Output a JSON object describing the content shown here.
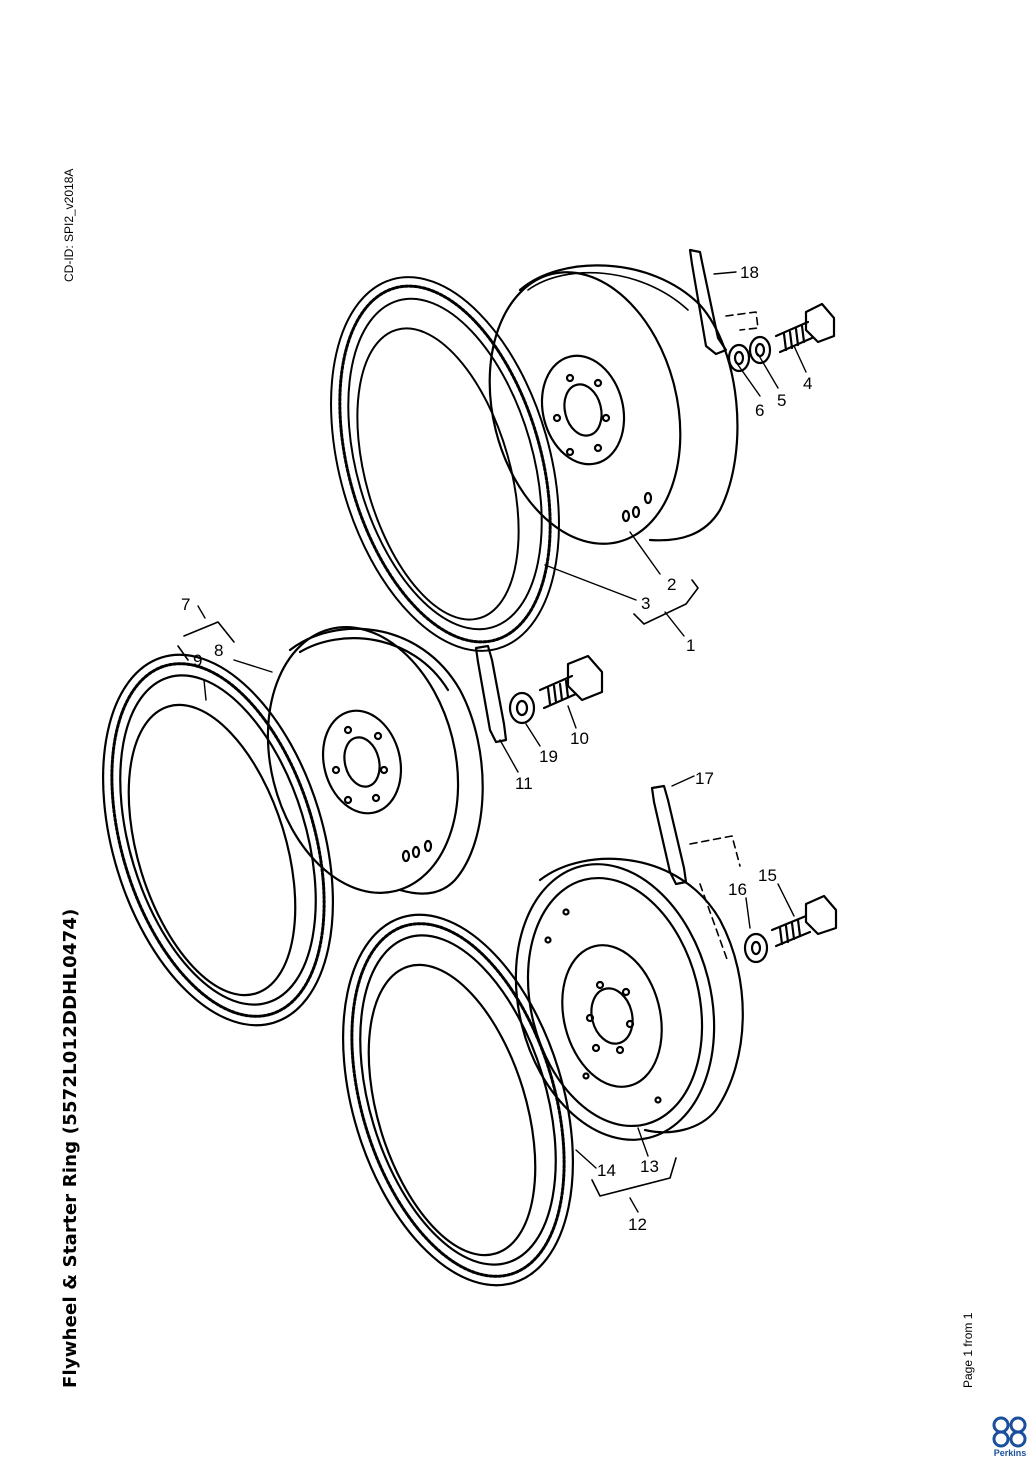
{
  "document": {
    "title": "Flywheel & Starter Ring (5572L012DDHL0474)",
    "cd_id": "CD-ID: SPI2_v2018A",
    "page": "Page 1 from 1",
    "brand": "Perkins",
    "brand_color": "#1a4f9c"
  },
  "callouts": [
    "1",
    "2",
    "3",
    "4",
    "5",
    "6",
    "7",
    "8",
    "9",
    "10",
    "11",
    "12",
    "13",
    "14",
    "15",
    "16",
    "17",
    "18",
    "19"
  ]
}
